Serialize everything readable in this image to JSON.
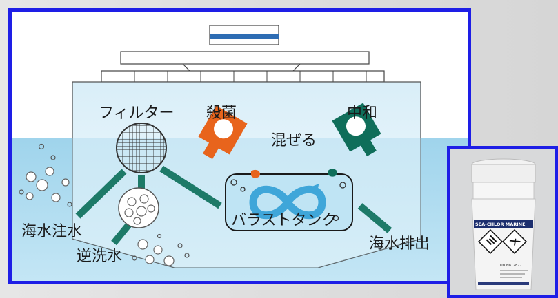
{
  "labels": {
    "filter": "フィルター",
    "sterilize": "殺菌",
    "neutralize": "中和",
    "mix": "混ぜる",
    "ballast_tank": "バラストタンク",
    "seawater_intake": "海水注水",
    "backwash": "逆洗水",
    "seawater_discharge": "海水排出"
  },
  "product": {
    "label_brand": "SEA-CHLOR MARINE",
    "un_number": "UN No. 2877"
  },
  "colors": {
    "frame_blue": "#1e1ee6",
    "sea": "#a8d8ee",
    "pipe_green": "#1d7a68",
    "sterilize_orange": "#e8641c",
    "neutralize_green": "#0f6e5a",
    "tank_loop": "#3fa6d9"
  }
}
